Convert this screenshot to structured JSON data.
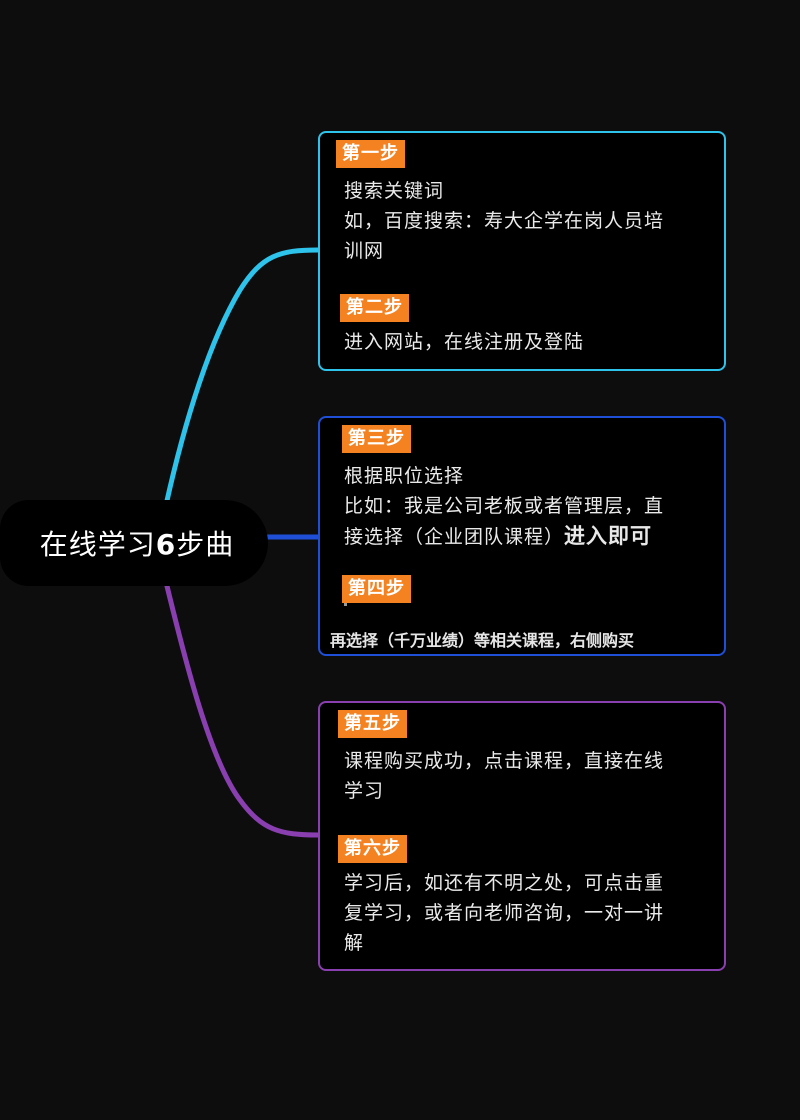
{
  "root": {
    "title_text": "在线学习",
    "title_number": "6",
    "title_suffix": "步曲"
  },
  "colors": {
    "branch_1": "#2ec3ea",
    "branch_2": "#1f4fd6",
    "branch_3": "#8a3fb0",
    "badge": "#f58220"
  },
  "cards": [
    {
      "steps": [
        {
          "label": "第一步",
          "lines": [
            "搜索关键词",
            "如，百度搜索：寿大企学在岗人员培",
            "训网"
          ]
        },
        {
          "label": "第二步",
          "lines": [
            "进入网站，在线注册及登陆"
          ]
        }
      ]
    },
    {
      "steps": [
        {
          "label": "第三步",
          "lines": [
            "根据职位选择",
            "比如：我是公司老板或者管理层，直",
            "接选择（企业团队课程）"
          ],
          "emphasis": "进入即可"
        },
        {
          "label": "第四步",
          "note": "再选择（千万业绩）等相关课程，右侧购买"
        }
      ]
    },
    {
      "steps": [
        {
          "label": "第五步",
          "lines": [
            "课程购买成功，点击课程，直接在线",
            "学习"
          ]
        },
        {
          "label": "第六步",
          "lines": [
            "学习后，如还有不明之处，可点击重",
            "复学习，或者向老师咨询，一对一讲",
            "解"
          ]
        }
      ]
    }
  ]
}
